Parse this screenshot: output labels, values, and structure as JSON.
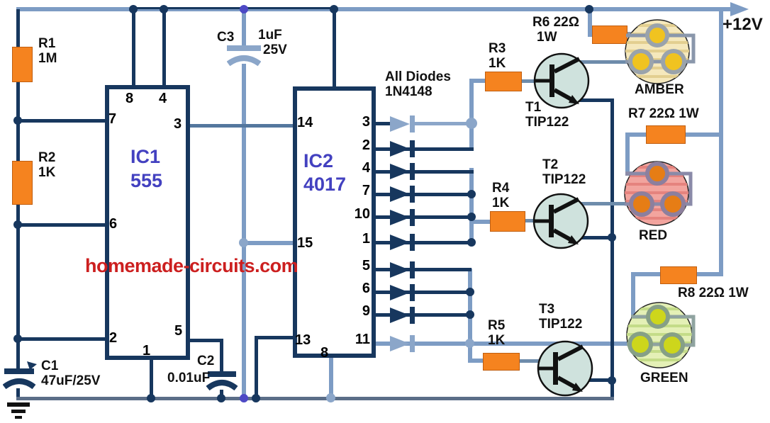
{
  "supply": {
    "label": "+12V"
  },
  "watermark": "homemade-circuits.com",
  "note": {
    "line1": "All Diodes",
    "line2": "1N4148"
  },
  "ic1": {
    "ref": "IC1",
    "part": "555",
    "pin8": "8",
    "pin4": "4",
    "pin7": "7",
    "pin3": "3",
    "pin6": "6",
    "pin2": "2",
    "pin1": "1",
    "pin5": "5"
  },
  "ic2": {
    "ref": "IC2",
    "part": "4017",
    "pin14": "14",
    "pin15": "15",
    "pin13": "13",
    "pin8": "8",
    "outputs": [
      "3",
      "2",
      "4",
      "7",
      "10",
      "1",
      "5",
      "6",
      "9",
      "11"
    ]
  },
  "resistors": {
    "r1": {
      "ref": "R1",
      "value": "1M"
    },
    "r2": {
      "ref": "R2",
      "value": "1K"
    },
    "r3": {
      "ref": "R3",
      "value": "1K"
    },
    "r4": {
      "ref": "R4",
      "value": "1K"
    },
    "r5": {
      "ref": "R5",
      "value": "1K"
    },
    "r6": {
      "line1": "R6 22Ω",
      "line2": "1W"
    },
    "r7": {
      "label": "R7 22Ω 1W"
    },
    "r8": {
      "label": "R8 22Ω 1W"
    }
  },
  "capacitors": {
    "c1": {
      "ref": "C1",
      "value": "47uF/25V"
    },
    "c2": {
      "ref": "C2",
      "value": "0.01uF"
    },
    "c3": {
      "ref": "C3",
      "value1": "1uF",
      "value2": "25V"
    }
  },
  "transistors": {
    "t1": {
      "ref": "T1",
      "part": "TIP122"
    },
    "t2": {
      "ref": "T2",
      "part": "TIP122"
    },
    "t3": {
      "ref": "T3",
      "part": "TIP122"
    }
  },
  "leds": {
    "amber": "AMBER",
    "red": "RED",
    "green": "GREEN"
  },
  "colors": {
    "wire_light": "#7d9cc4",
    "wire_dark": "#17375e",
    "wire_slate": "#6e8cab",
    "wire_bottom": "#5b6e88",
    "resistor": "#f5831f",
    "ic_text": "#4341c0",
    "watermark": "#cc1f1f",
    "transistor_fill": "#cfe2dd",
    "amber_led": "#f0c320",
    "red_led": "#e67d15",
    "green_led": "#cdd61c",
    "junction_purple": "#4d49c5"
  }
}
